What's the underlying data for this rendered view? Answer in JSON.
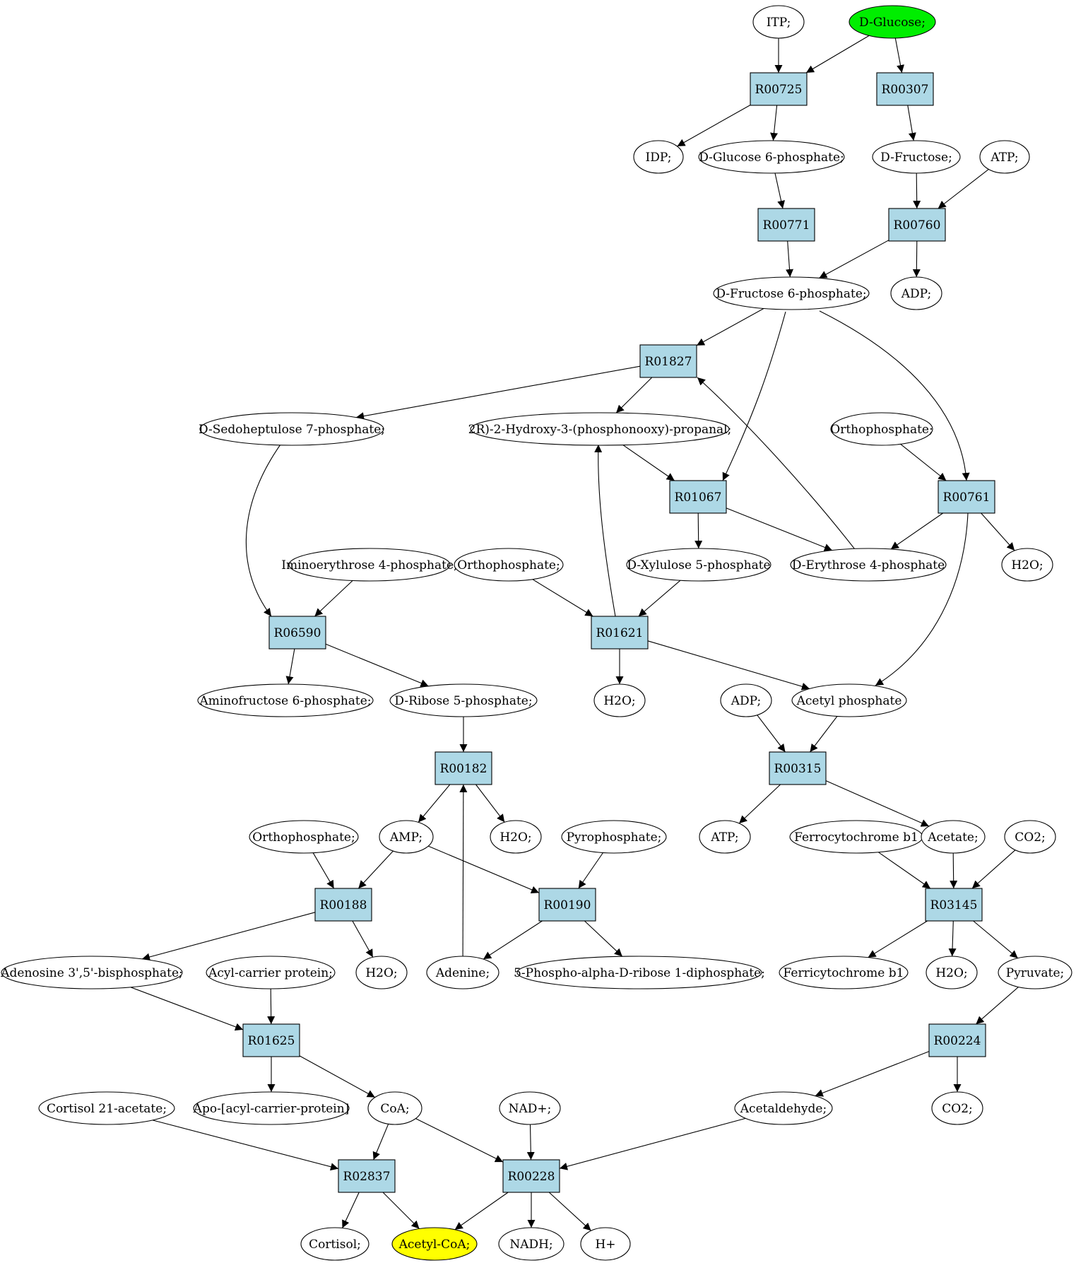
{
  "colors": {
    "reaction_fill": "#add8e6",
    "compound_fill": "#ffffff",
    "source_fill": "#00ee00",
    "target_fill": "#ffff00",
    "stroke": "#000000"
  },
  "nodes": [
    {
      "id": "itp",
      "label": "ITP;",
      "kind": "compound"
    },
    {
      "id": "dglucose",
      "label": "D-Glucose;",
      "kind": "source"
    },
    {
      "id": "r00725",
      "label": "R00725",
      "kind": "reaction"
    },
    {
      "id": "r00307",
      "label": "R00307",
      "kind": "reaction"
    },
    {
      "id": "idp",
      "label": "IDP;",
      "kind": "compound"
    },
    {
      "id": "g6p",
      "label": "D-Glucose 6-phosphate;",
      "kind": "compound"
    },
    {
      "id": "dfructose",
      "label": "D-Fructose;",
      "kind": "compound"
    },
    {
      "id": "atp1",
      "label": "ATP;",
      "kind": "compound"
    },
    {
      "id": "r00771",
      "label": "R00771",
      "kind": "reaction"
    },
    {
      "id": "r00760",
      "label": "R00760",
      "kind": "reaction"
    },
    {
      "id": "f6p",
      "label": "D-Fructose 6-phosphate;",
      "kind": "compound"
    },
    {
      "id": "adp1",
      "label": "ADP;",
      "kind": "compound"
    },
    {
      "id": "r01827",
      "label": "R01827",
      "kind": "reaction"
    },
    {
      "id": "s7p",
      "label": "D-Sedoheptulose 7-phosphate;",
      "kind": "compound"
    },
    {
      "id": "g3p",
      "label": "2R)-2-Hydroxy-3-(phosphonooxy)-propanal;",
      "kind": "compound"
    },
    {
      "id": "ortho1",
      "label": "Orthophosphate;",
      "kind": "compound"
    },
    {
      "id": "r01067",
      "label": "R01067",
      "kind": "reaction"
    },
    {
      "id": "r00761",
      "label": "R00761",
      "kind": "reaction"
    },
    {
      "id": "imino",
      "label": "Iminoerythrose 4-phosphate;",
      "kind": "compound"
    },
    {
      "id": "ortho2",
      "label": "Orthophosphate;",
      "kind": "compound"
    },
    {
      "id": "x5p",
      "label": "D-Xylulose 5-phosphate",
      "kind": "compound"
    },
    {
      "id": "e4p",
      "label": "D-Erythrose 4-phosphate",
      "kind": "compound"
    },
    {
      "id": "h2o1",
      "label": "H2O;",
      "kind": "compound"
    },
    {
      "id": "r06590",
      "label": "R06590",
      "kind": "reaction"
    },
    {
      "id": "r01621",
      "label": "R01621",
      "kind": "reaction"
    },
    {
      "id": "amino",
      "label": "Aminofructose 6-phosphate;",
      "kind": "compound"
    },
    {
      "id": "r5p",
      "label": "D-Ribose 5-phosphate;",
      "kind": "compound"
    },
    {
      "id": "h2o2",
      "label": "H2O;",
      "kind": "compound"
    },
    {
      "id": "adp2",
      "label": "ADP;",
      "kind": "compound"
    },
    {
      "id": "acetylp",
      "label": "Acetyl phosphate",
      "kind": "compound"
    },
    {
      "id": "r00182",
      "label": "R00182",
      "kind": "reaction"
    },
    {
      "id": "r00315",
      "label": "R00315",
      "kind": "reaction"
    },
    {
      "id": "ortho3",
      "label": "Orthophosphate;",
      "kind": "compound"
    },
    {
      "id": "amp",
      "label": "AMP;",
      "kind": "compound"
    },
    {
      "id": "h2o3",
      "label": "H2O;",
      "kind": "compound"
    },
    {
      "id": "ppi",
      "label": "Pyrophosphate;",
      "kind": "compound"
    },
    {
      "id": "atp2",
      "label": "ATP;",
      "kind": "compound"
    },
    {
      "id": "ferro",
      "label": "Ferrocytochrome b1",
      "kind": "compound"
    },
    {
      "id": "acetate",
      "label": "Acetate;",
      "kind": "compound"
    },
    {
      "id": "co2a",
      "label": "CO2;",
      "kind": "compound"
    },
    {
      "id": "r00188",
      "label": "R00188",
      "kind": "reaction"
    },
    {
      "id": "r00190",
      "label": "R00190",
      "kind": "reaction"
    },
    {
      "id": "r03145",
      "label": "R03145",
      "kind": "reaction"
    },
    {
      "id": "pap",
      "label": "Adenosine 3',5'-bisphosphate;",
      "kind": "compound"
    },
    {
      "id": "acp",
      "label": "Acyl-carrier protein;",
      "kind": "compound"
    },
    {
      "id": "h2o4",
      "label": "H2O;",
      "kind": "compound"
    },
    {
      "id": "adenine",
      "label": "Adenine;",
      "kind": "compound"
    },
    {
      "id": "prpp",
      "label": "5-Phospho-alpha-D-ribose 1-diphosphate;",
      "kind": "compound"
    },
    {
      "id": "ferri",
      "label": "Ferricytochrome b1",
      "kind": "compound"
    },
    {
      "id": "h2o5",
      "label": "H2O;",
      "kind": "compound"
    },
    {
      "id": "pyruvate",
      "label": "Pyruvate;",
      "kind": "compound"
    },
    {
      "id": "r01625",
      "label": "R01625",
      "kind": "reaction"
    },
    {
      "id": "r00224",
      "label": "R00224",
      "kind": "reaction"
    },
    {
      "id": "cortac",
      "label": "Cortisol 21-acetate;",
      "kind": "compound"
    },
    {
      "id": "apoacp",
      "label": "Apo-[acyl-carrier-protein]",
      "kind": "compound"
    },
    {
      "id": "coa",
      "label": "CoA;",
      "kind": "compound"
    },
    {
      "id": "nad",
      "label": "NAD+;",
      "kind": "compound"
    },
    {
      "id": "acetald",
      "label": "Acetaldehyde;",
      "kind": "compound"
    },
    {
      "id": "co2b",
      "label": "CO2;",
      "kind": "compound"
    },
    {
      "id": "r02837",
      "label": "R02837",
      "kind": "reaction"
    },
    {
      "id": "r00228",
      "label": "R00228",
      "kind": "reaction"
    },
    {
      "id": "cortisol",
      "label": "Cortisol;",
      "kind": "compound"
    },
    {
      "id": "acetylcoa",
      "label": "Acetyl-CoA;",
      "kind": "target"
    },
    {
      "id": "nadh",
      "label": "NADH;",
      "kind": "compound"
    },
    {
      "id": "hplus",
      "label": "H+",
      "kind": "compound"
    }
  ],
  "edges": [
    [
      "itp",
      "r00725"
    ],
    [
      "dglucose",
      "r00725"
    ],
    [
      "dglucose",
      "r00307"
    ],
    [
      "r00725",
      "idp"
    ],
    [
      "r00725",
      "g6p"
    ],
    [
      "r00307",
      "dfructose"
    ],
    [
      "g6p",
      "r00771"
    ],
    [
      "dfructose",
      "r00760"
    ],
    [
      "atp1",
      "r00760"
    ],
    [
      "r00771",
      "f6p"
    ],
    [
      "r00760",
      "f6p"
    ],
    [
      "r00760",
      "adp1"
    ],
    [
      "f6p",
      "r01827"
    ],
    [
      "f6p",
      "r01067"
    ],
    [
      "f6p",
      "r00761"
    ],
    [
      "r01827",
      "s7p"
    ],
    [
      "r01827",
      "g3p"
    ],
    [
      "e4p",
      "r01827"
    ],
    [
      "g3p",
      "r01067"
    ],
    [
      "r01067",
      "x5p"
    ],
    [
      "r01067",
      "e4p"
    ],
    [
      "ortho1",
      "r00761"
    ],
    [
      "r00761",
      "e4p"
    ],
    [
      "r00761",
      "h2o1"
    ],
    [
      "r00761",
      "acetylp"
    ],
    [
      "s7p",
      "r06590"
    ],
    [
      "imino",
      "r06590"
    ],
    [
      "r06590",
      "amino"
    ],
    [
      "r06590",
      "r5p"
    ],
    [
      "ortho2",
      "r01621"
    ],
    [
      "x5p",
      "r01621"
    ],
    [
      "r01621",
      "g3p"
    ],
    [
      "r01621",
      "h2o2"
    ],
    [
      "r01621",
      "acetylp"
    ],
    [
      "r5p",
      "r00182"
    ],
    [
      "adenine",
      "r00182"
    ],
    [
      "r00182",
      "amp"
    ],
    [
      "r00182",
      "h2o3"
    ],
    [
      "adp2",
      "r00315"
    ],
    [
      "acetylp",
      "r00315"
    ],
    [
      "r00315",
      "atp2"
    ],
    [
      "r00315",
      "acetate"
    ],
    [
      "ortho3",
      "r00188"
    ],
    [
      "amp",
      "r00188"
    ],
    [
      "amp",
      "r00190"
    ],
    [
      "ppi",
      "r00190"
    ],
    [
      "r00188",
      "pap"
    ],
    [
      "r00188",
      "h2o4"
    ],
    [
      "r00190",
      "adenine"
    ],
    [
      "r00190",
      "prpp"
    ],
    [
      "ferro",
      "r03145"
    ],
    [
      "acetate",
      "r03145"
    ],
    [
      "co2a",
      "r03145"
    ],
    [
      "r03145",
      "ferri"
    ],
    [
      "r03145",
      "h2o5"
    ],
    [
      "r03145",
      "pyruvate"
    ],
    [
      "pap",
      "r01625"
    ],
    [
      "acp",
      "r01625"
    ],
    [
      "r01625",
      "apoacp"
    ],
    [
      "r01625",
      "coa"
    ],
    [
      "pyruvate",
      "r00224"
    ],
    [
      "r00224",
      "acetald"
    ],
    [
      "r00224",
      "co2b"
    ],
    [
      "cortac",
      "r02837"
    ],
    [
      "coa",
      "r02837"
    ],
    [
      "coa",
      "r00228"
    ],
    [
      "nad",
      "r00228"
    ],
    [
      "acetald",
      "r00228"
    ],
    [
      "r02837",
      "cortisol"
    ],
    [
      "r02837",
      "acetylcoa"
    ],
    [
      "r00228",
      "acetylcoa"
    ],
    [
      "r00228",
      "nadh"
    ],
    [
      "r00228",
      "hplus"
    ]
  ]
}
